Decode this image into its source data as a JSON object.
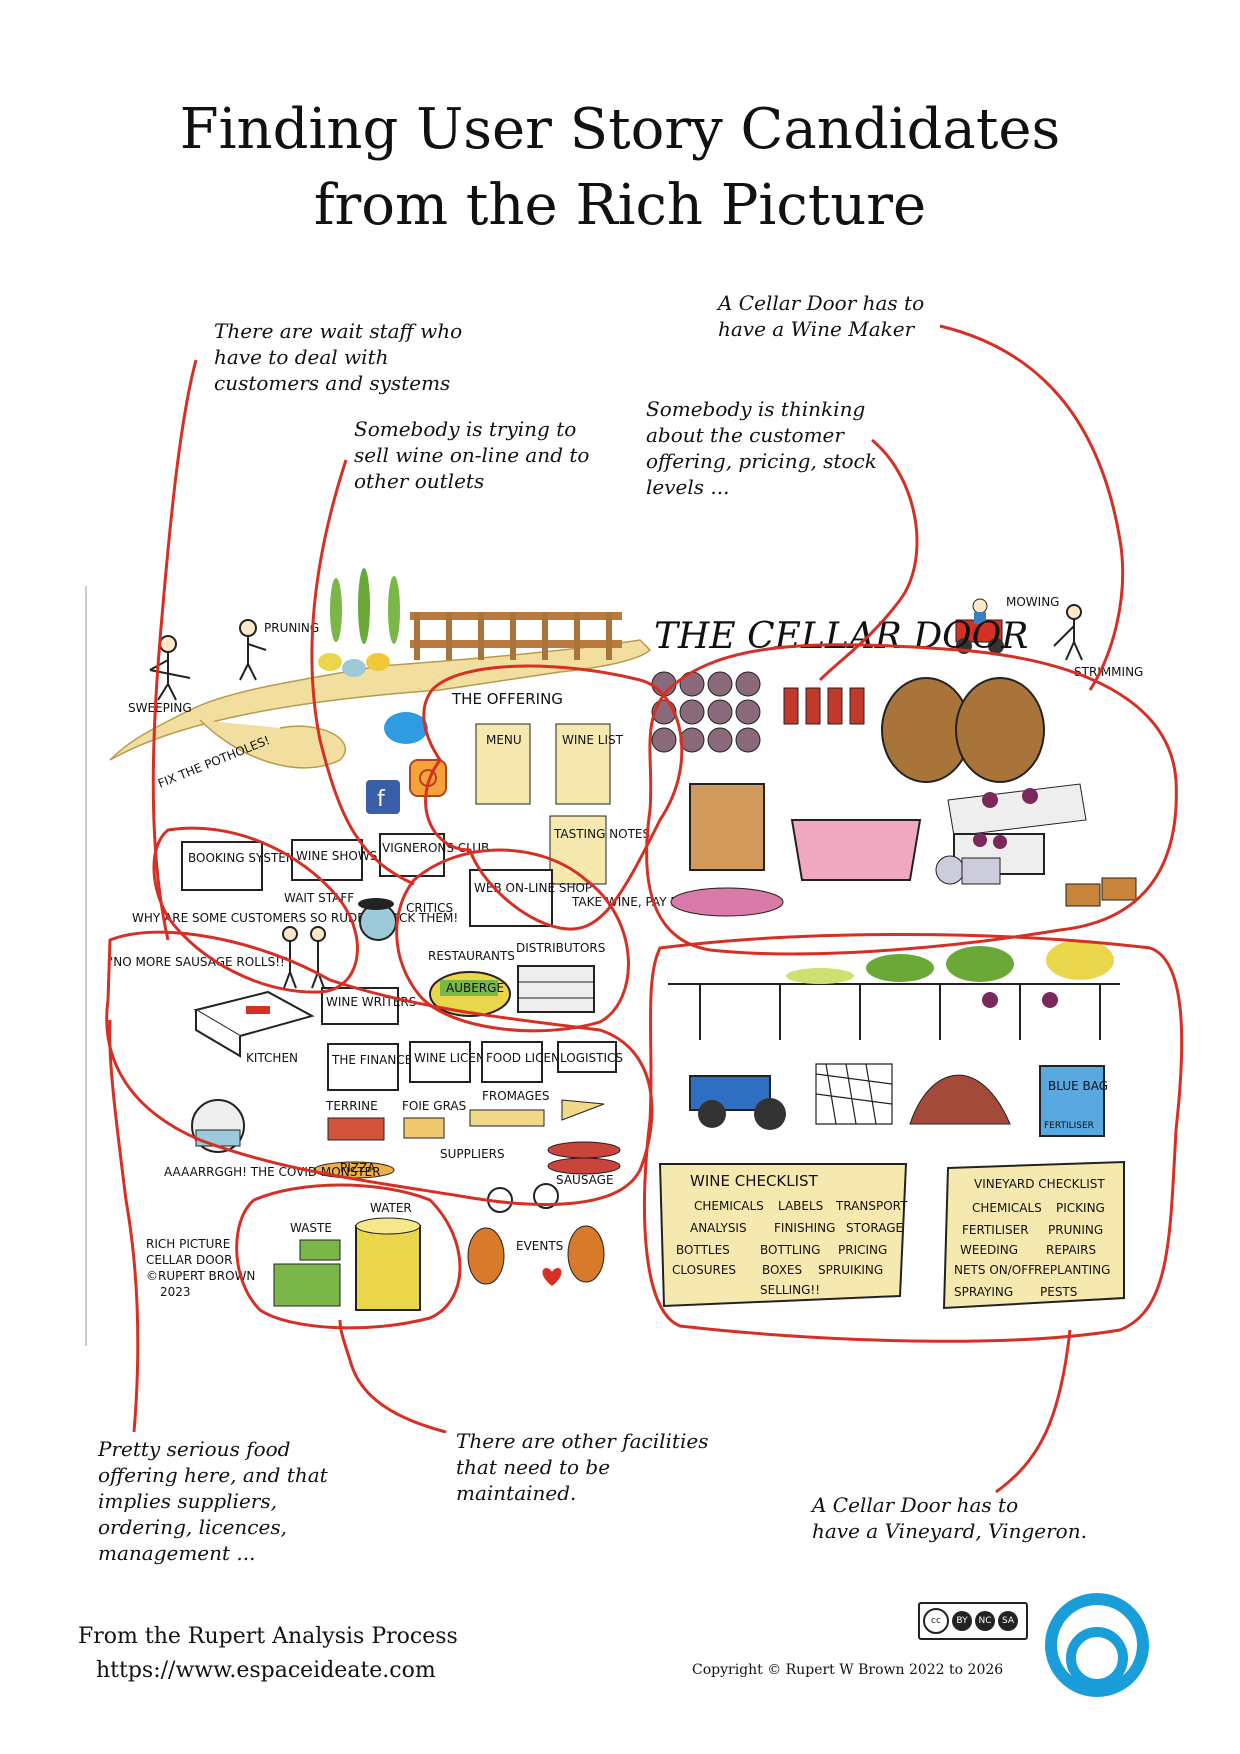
{
  "title": {
    "line1": "Finding User Story Candidates",
    "line2": "from the Rich Picture"
  },
  "notes": {
    "wait_staff": "There are wait staff who\nhave to deal with\ncustomers and systems",
    "sell_online": "Somebody is trying to\nsell wine on-line and to\nother outlets",
    "offering": "Somebody is thinking\nabout the customer\noffering, pricing, stock\nlevels ...",
    "wine_maker": "A Cellar Door has to\nhave a Wine Maker",
    "food": "Pretty serious food\noffering here, and that\nimplies suppliers,\nordering, licences,\nmanagement ...",
    "facilities": "There are other facilities\nthat need to be\nmaintained.",
    "vineyard": "A Cellar Door has to\nhave a Vineyard, Vingeron."
  },
  "picture": {
    "heading": "THE CELLAR DOOR",
    "offering": "THE OFFERING",
    "pruning": "PRUNING",
    "sweeping": "SWEEPING",
    "mowing": "MOWING",
    "strimming": "STRIMMING",
    "potholes": "FIX THE POTHOLES!",
    "menu": "MENU",
    "wine_list": "WINE LIST",
    "tasting_notes": "TASTING NOTES",
    "booking": "BOOKING SYSTEM!",
    "wine_shows": "WINE SHOWS",
    "vignerons_club": "VIGNERONS CLUB",
    "web_shop": "WEB ON-LINE SHOP",
    "take_wine": "TAKE WINE, PAY NOTHING! HA!",
    "rude": "WHY ARE SOME CUSTOMERS SO RUDE? BLOCK THEM!",
    "wait_staff": "WAIT STAFF",
    "critics": "CRITICS",
    "restaurants": "RESTAURANTS",
    "distributors": "DISTRIBUTORS",
    "auberge": "AUBERGE",
    "sausage_rolls": "'NO MORE SAUSAGE ROLLS!!'",
    "kitchen": "KITCHEN",
    "wine_writers": "WINE WRITERS",
    "finance": "THE FINANCE SYSTEM",
    "wine_licence": "WINE LICENCE",
    "food_licence": "FOOD LICENCE",
    "logistics": "LOGISTICS",
    "terrine": "TERRINE",
    "foie_gras": "FOIE GRAS",
    "fromages": "FROMAGES",
    "suppliers": "SUPPLIERS",
    "sausage": "SAUSAGE",
    "pizza": "PIZZA",
    "covid": "AAAARRGGH! THE COVID MONSTER",
    "waste": "WASTE",
    "water": "WATER",
    "events": "EVENTS",
    "credit": "RICH PICTURE\nCELLAR DOOR\n©RUPERT BROWN\n2023",
    "blue_bag": "BLUE BAG",
    "fertiliser": "FERTILISER",
    "wine_checklist": {
      "title": "WINE CHECKLIST",
      "items": [
        "CHEMICALS",
        "LABELS",
        "TRANSPORT",
        "ANALYSIS",
        "FINISHING",
        "STORAGE",
        "BOTTLES",
        "BOTTLING",
        "PRICING",
        "CLOSURES",
        "BOXES",
        "SPRUIKING",
        "SELLING!!"
      ]
    },
    "vineyard_checklist": {
      "title": "VINEYARD CHECKLIST",
      "items": [
        "CHEMICALS",
        "PICKING",
        "FERTILISER",
        "PRUNING",
        "WEEDING",
        "REPAIRS",
        "NETS ON/OFF",
        "REPLANTING",
        "SPRAYING",
        "PESTS"
      ]
    }
  },
  "footer": {
    "line1": "From the Rupert Analysis Process",
    "line2": "https://www.espaceideate.com",
    "copyright": "Copyright © Rupert W Brown 2022 to 2026"
  },
  "colors": {
    "outline": "#d62f24",
    "logo": "#1a9ed9",
    "barrel": "#a8743a",
    "grape": "#7a2a5a",
    "tractor": "#2e6fc2"
  }
}
